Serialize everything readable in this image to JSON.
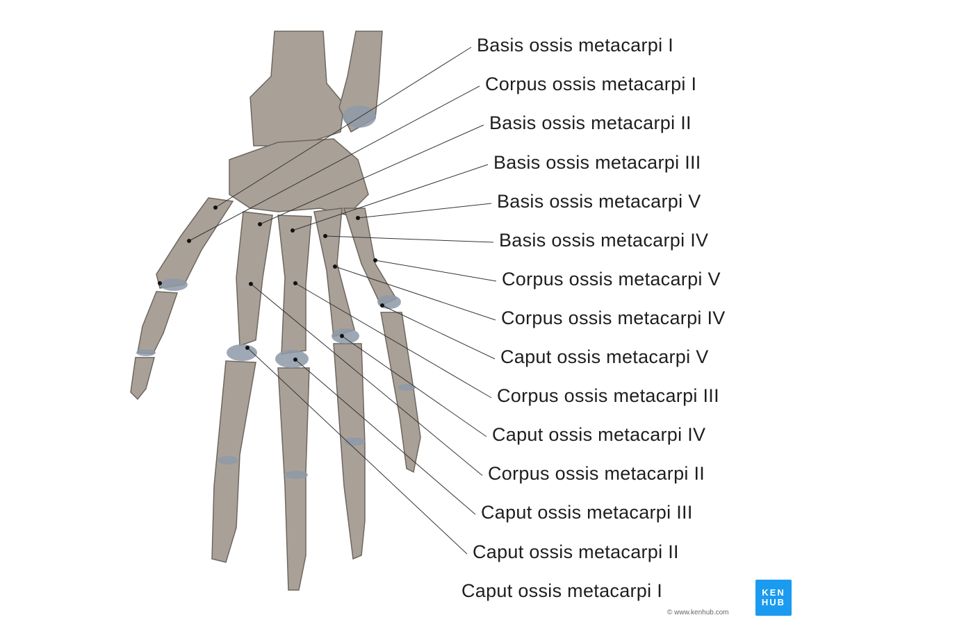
{
  "labels": [
    "Basis ossis metacarpi I",
    "Corpus ossis metacarpi I",
    "Basis ossis metacarpi II",
    "Basis ossis metacarpi III",
    "Basis ossis metacarpi V",
    "Basis ossis metacarpi IV",
    "Corpus ossis metacarpi V",
    "Corpus ossis metacarpi IV",
    "Caput ossis metacarpi V",
    "Corpus ossis metacarpi III",
    "Caput ossis metacarpi IV",
    "Corpus ossis metacarpi II",
    "Caput ossis metacarpi III",
    "Caput ossis metacarpi II",
    "Caput ossis metacarpi I"
  ],
  "logo": {
    "line1": "KEN",
    "line2": "HUB",
    "color": "#1a9bf0"
  },
  "copyright": "© www.kenhub.com",
  "colors": {
    "bone": "#a8a097",
    "cartilage": "#8e9aa8",
    "text": "#1e1e1e"
  }
}
